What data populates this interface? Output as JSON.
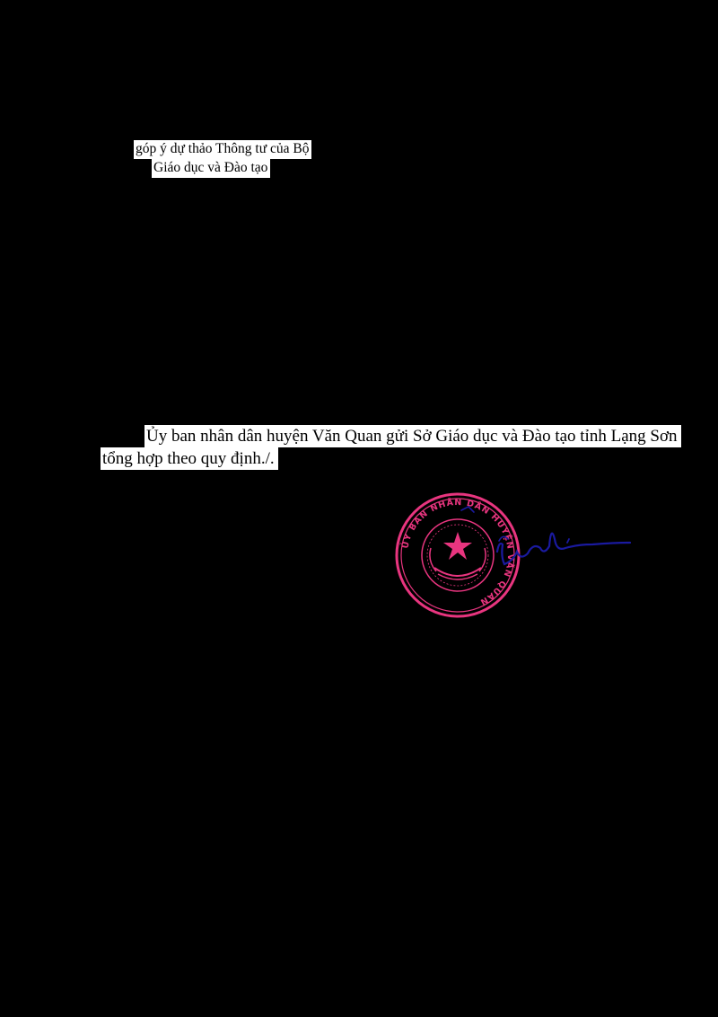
{
  "subject": {
    "line1": "góp ý dự thảo Thông tư của Bộ",
    "line2": "Giáo dục và Đào tạo"
  },
  "body": {
    "line1": "Ủy ban nhân dân huyện Văn Quan gửi Sở Giáo dục và Đào tạo tỉnh Lạng Sơn",
    "line2": "tổng hợp theo quy định./."
  },
  "seal": {
    "ring_text": "ỦY BAN NHÂN DÂN HUYỆN VĂN QUAN",
    "color": "#e8357f"
  },
  "signature": {
    "color": "#1a1aa0"
  },
  "page": {
    "background": "#000000",
    "text_highlight": "#ffffff"
  }
}
